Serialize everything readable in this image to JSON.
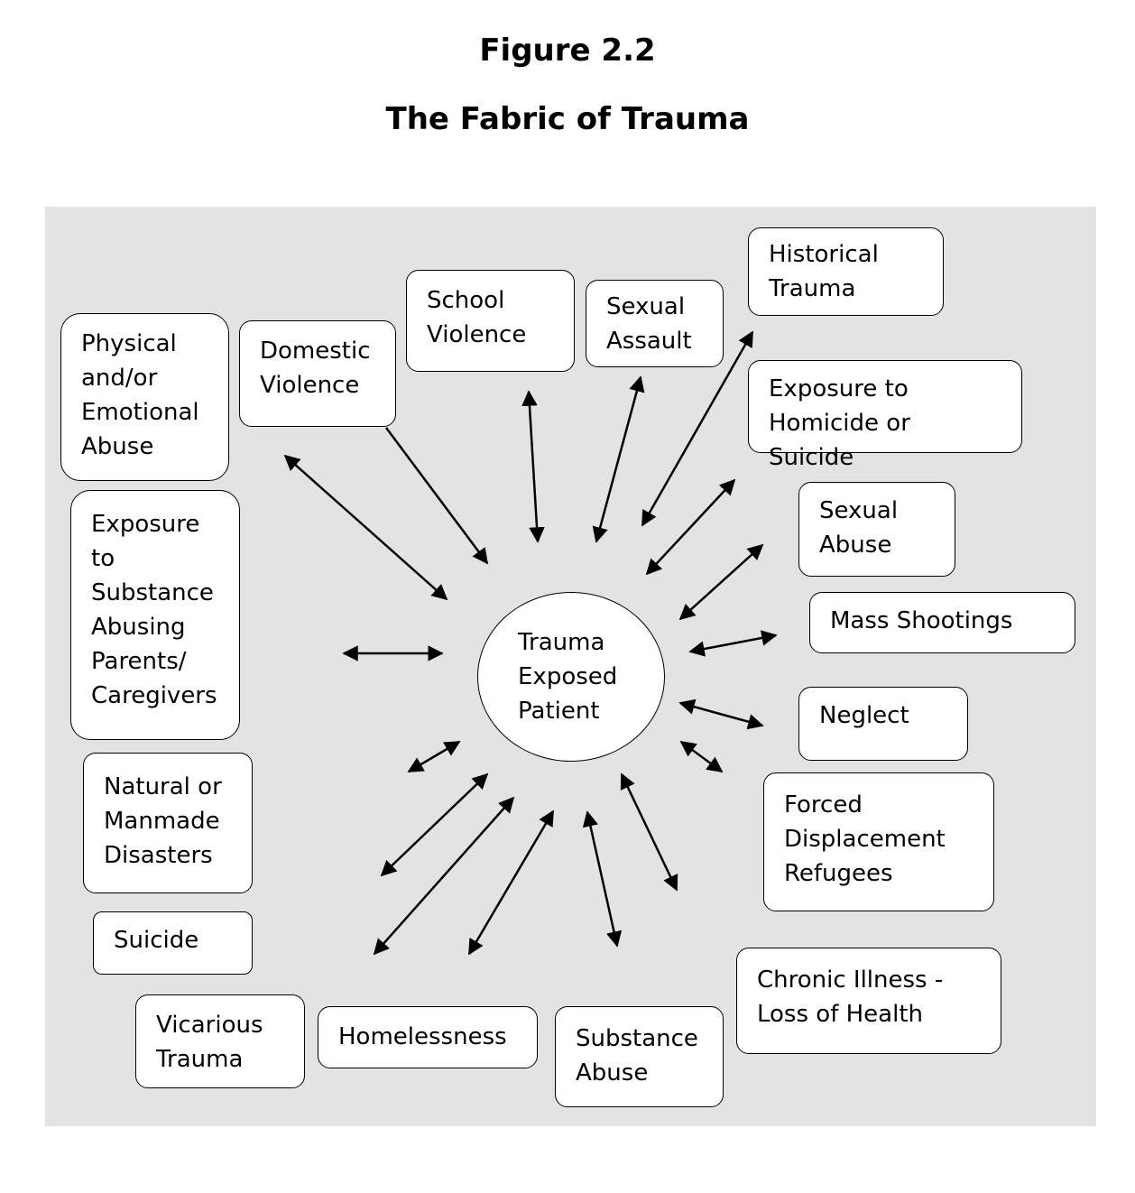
{
  "figure_label": "Figure 2.2",
  "figure_title": "The Fabric of Trauma",
  "center": "Trauma\nExposed\nPatient",
  "boxes": {
    "physical": "Physical\nand/or\nEmotional\nAbuse",
    "domestic": "Domestic\nViolence",
    "school": "School\nViolence",
    "sexual_assault": "Sexual\nAssault",
    "historical": "Historical\nTrauma",
    "homicide": "Exposure to\nHomicide or Suicide",
    "sexual_abuse": "Sexual\nAbuse",
    "mass_shootings": "Mass Shootings",
    "neglect": "Neglect",
    "forced": "Forced\nDisplacement\nRefugees",
    "chronic": "Chronic Illness -\nLoss of Health",
    "substance_abuse": "Substance\nAbuse",
    "homelessness": "Homelessness",
    "vicarious": "Vicarious\nTrauma",
    "suicide": "Suicide",
    "disasters": "Natural or\nManmade\nDisasters",
    "exposure_substance": "Exposure\nto\nSubstance\nAbusing\nParents/\nCaregivers"
  }
}
